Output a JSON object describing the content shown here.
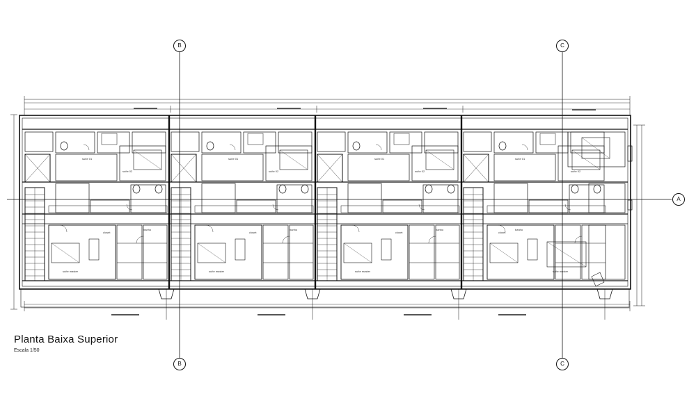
{
  "drawing": {
    "title": "Planta Baixa Superior",
    "scale": "Escala 1/50"
  },
  "grid_axes": {
    "b_label": "B",
    "c_label": "C",
    "a_label": "A"
  },
  "room_labels": {
    "suite_01": "suíte 01",
    "suite_02": "suíte 02",
    "banho": "banho",
    "suite_master": "suíte master",
    "closet": "closet"
  }
}
